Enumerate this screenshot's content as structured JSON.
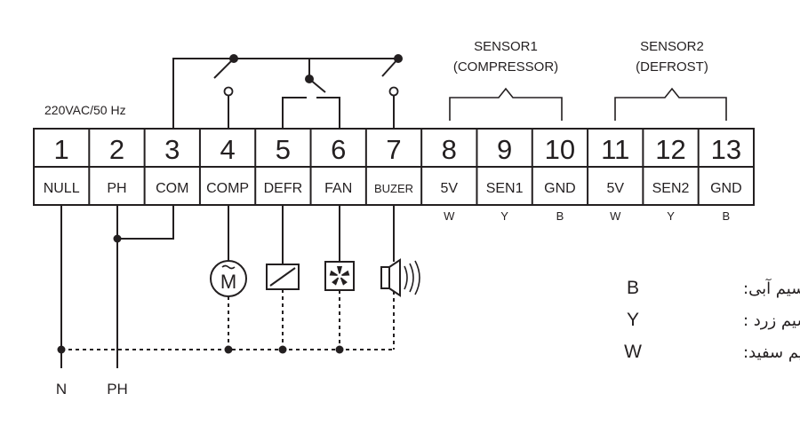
{
  "supply_label": "220VAC/50 Hz",
  "sensor1": {
    "title": "SENSOR1",
    "subtitle": "(COMPRESSOR)"
  },
  "sensor2": {
    "title": "SENSOR2",
    "subtitle": "(DEFROST)"
  },
  "terminals": [
    {
      "number": "1",
      "label": "NULL",
      "wire": ""
    },
    {
      "number": "2",
      "label": "PH",
      "wire": ""
    },
    {
      "number": "3",
      "label": "COM",
      "wire": ""
    },
    {
      "number": "4",
      "label": "COMP",
      "wire": ""
    },
    {
      "number": "5",
      "label": "DEFR",
      "wire": ""
    },
    {
      "number": "6",
      "label": "FAN",
      "wire": ""
    },
    {
      "number": "7",
      "label": "BUZER",
      "wire": ""
    },
    {
      "number": "8",
      "label": "5V",
      "wire": "W"
    },
    {
      "number": "9",
      "label": "SEN1",
      "wire": "Y"
    },
    {
      "number": "10",
      "label": "GND",
      "wire": "B"
    },
    {
      "number": "11",
      "label": "5V",
      "wire": "W"
    },
    {
      "number": "12",
      "label": "SEN2",
      "wire": "Y"
    },
    {
      "number": "13",
      "label": "GND",
      "wire": "B"
    }
  ],
  "loads": {
    "motor_symbol": "M",
    "icons": [
      "motor-icon",
      "defrost-heater-icon",
      "fan-icon",
      "buzzer-icon"
    ]
  },
  "bottom_labels": {
    "neutral": "N",
    "phase": "PH"
  },
  "legend": [
    {
      "code": "B",
      "meaning": "سیم آبی:"
    },
    {
      "code": "Y",
      "meaning": "سیم زرد :"
    },
    {
      "code": "W",
      "meaning": "سیم سفید:"
    }
  ],
  "colors": {
    "ink": "#231f20",
    "background": "#ffffff"
  }
}
